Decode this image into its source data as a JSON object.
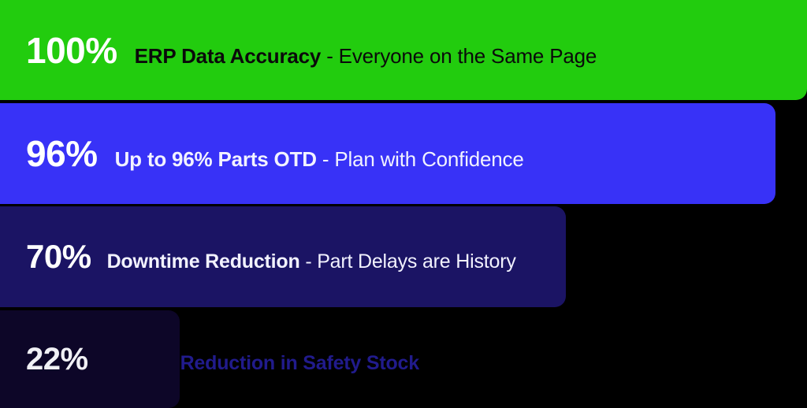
{
  "background_color": "#000000",
  "chart_data": {
    "type": "bar",
    "orientation": "horizontal",
    "title": "",
    "xlabel": "",
    "ylabel": "",
    "xlim": [
      0,
      100
    ],
    "grid": false,
    "legend": false,
    "categories": [
      "ERP Data Accuracy",
      "Up to 96% Parts OTD",
      "Downtime Reduction",
      "Reduction in Safety Stock"
    ],
    "values": [
      100,
      96,
      70,
      22
    ],
    "value_labels": [
      "100%",
      "96%",
      "70%",
      "22%"
    ],
    "colors": [
      "#22cc0e",
      "#3832f7",
      "#1b1464",
      "#0d0628"
    ]
  },
  "bars": [
    {
      "value_label": "100%",
      "label_strong": "ERP Data Accuracy",
      "label_rest": " - Everyone on the Same Page",
      "fill_color": "#22cc0e",
      "value_color": "#ffffff",
      "label_color": "#0a0a0a"
    },
    {
      "value_label": "96%",
      "label_strong": "Up to 96% Parts OTD",
      "label_rest": " - Plan with Confidence",
      "fill_color": "#3832f7",
      "value_color": "#ffffff",
      "label_color": "#f2f2ff"
    },
    {
      "value_label": "70%",
      "label_strong": "Downtime Reduction",
      "label_rest": " - Part Delays are History",
      "fill_color": "#1b1464",
      "value_color": "#ffffff",
      "label_color": "#f2f2ff"
    },
    {
      "value_label": "22%",
      "label_strong": "Reduction in Safety Stock",
      "label_rest": "",
      "fill_color": "#0d0628",
      "value_color": "#f0f0f5",
      "label_color": "#211b8c"
    }
  ]
}
